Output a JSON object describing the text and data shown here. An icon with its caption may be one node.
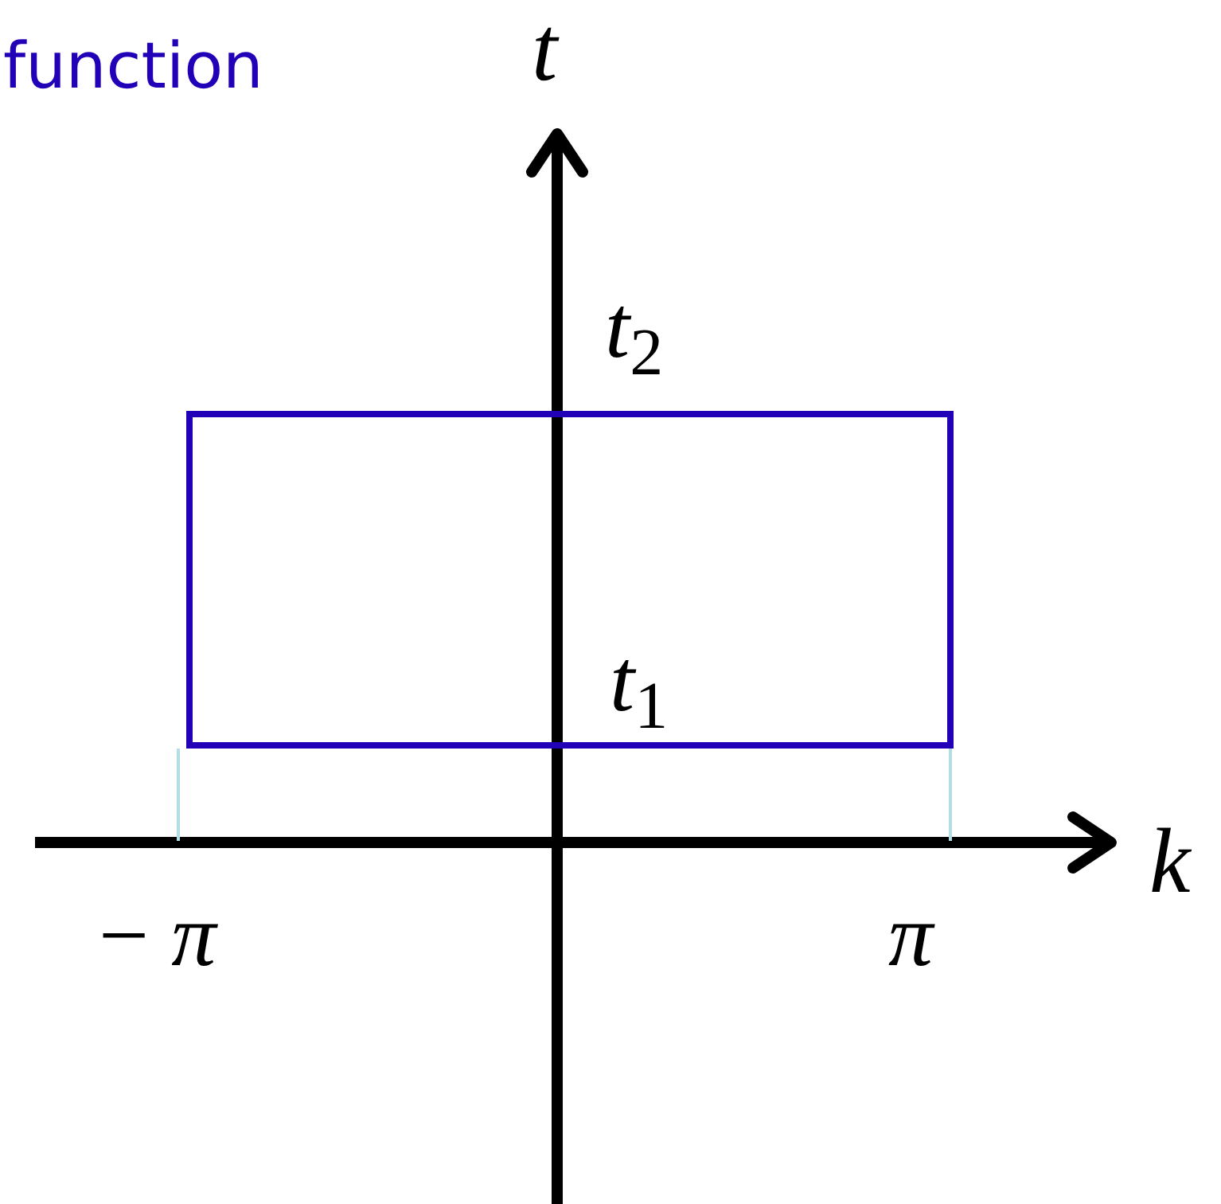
{
  "diagram": {
    "labels": [
      "function",
      "t",
      "*t*$_{2}$",
      "*t*$_{1}$",
      "k",
      "− *π*",
      "π"
    ]
  }
}
